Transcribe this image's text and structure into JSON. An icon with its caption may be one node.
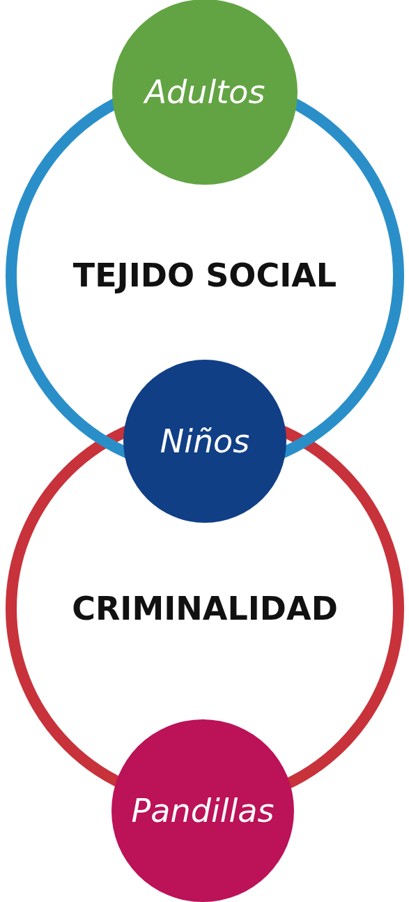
{
  "diagram": {
    "nodes": [
      {
        "text": [
          "Adultos"
        ]
      },
      {
        "text": [
          "TEJIDO SOCIAL"
        ]
      },
      {
        "text": [
          "Niños"
        ]
      },
      {
        "text": [
          "CRIMINALIDAD"
        ]
      },
      {
        "text": [
          "Pandillas"
        ]
      }
    ]
  }
}
